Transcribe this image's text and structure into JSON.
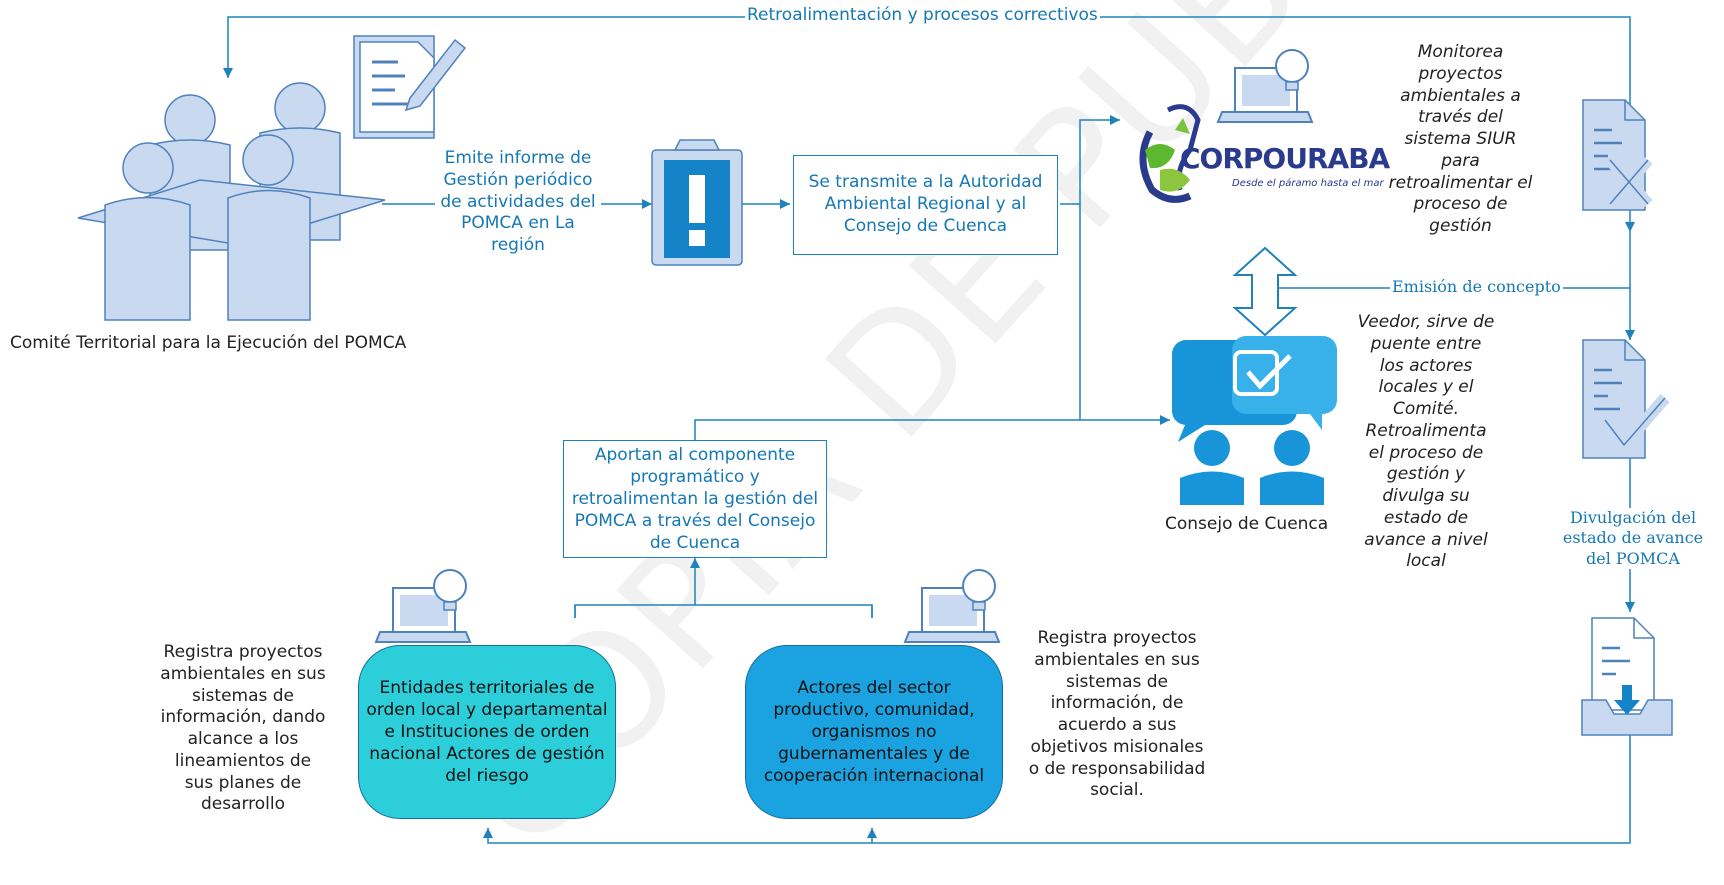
{
  "flow": {
    "feedback_label": "Retroalimentación y procesos correctivos",
    "comite_label": "Comité Territorial para la Ejecución del POMCA",
    "emite_informe": "Emite informe de Gestión periódico de actividades del POMCA en La región",
    "transmite": "Se transmite a la Autoridad Ambiental Regional y al Consejo de Cuenca",
    "logo_name": "CORPOURABA",
    "logo_tagline": "Desde el páramo hasta el mar",
    "monitorea": "Monitorea proyectos ambientales a través del sistema SIUR para retroalimentar el proceso de gestión",
    "emision": "Emisión de concepto",
    "veedor": "Veedor, sirve de puente entre los actores locales y el Comité. Retroalimenta el proceso de gestión y divulga su estado de avance a nivel local",
    "consejo_label": "Consejo de Cuenca",
    "divulgacion": "Divulgación del estado de avance del POMCA",
    "aportan": "Aportan al componente programático y retroalimentan la gestión del POMCA a través del Consejo de Cuenca",
    "entidades": "Entidades territoriales de orden local y departamental e Instituciones de orden nacional Actores de gestión del riesgo",
    "actores": "Actores del sector productivo, comunidad, organismos no gubernamentales y de cooperación internacional",
    "registra_left": "Registra proyectos ambientales en sus sistemas de información, dando alcance a los lineamientos de sus planes de desarrollo",
    "registra_right": "Registra proyectos ambientales en sus sistemas de información, de acuerdo a sus objetivos misionales o de responsabilidad social."
  },
  "watermark": "COPIA DE PUBLICIDAD",
  "colors": {
    "line": "#1f82bd",
    "icon_fill": "#c9daf0",
    "icon_stroke": "#4f82bd",
    "pill_cyan": "#2ccfd9",
    "pill_blue": "#1aa3e0",
    "consejo_blue": "#1894d8"
  }
}
